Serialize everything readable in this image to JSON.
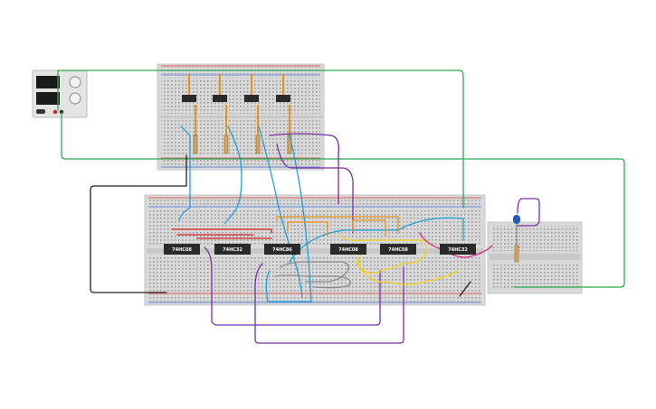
{
  "colors": {
    "board": "#d9d9d9",
    "rail_red": "#e0382b",
    "rail_blue": "#3a6fd8",
    "wire_green": "#2fa84f",
    "wire_black": "#222222",
    "wire_blue": "#1e9fd6",
    "wire_purple": "#7b2fa0",
    "wire_orange": "#e8911c",
    "wire_yellow": "#f0d21c",
    "wire_red": "#d62020",
    "wire_gray": "#8c8c8c",
    "wire_magenta": "#d6288a",
    "chip": "#2a2a2a",
    "led": "#1f5fb0"
  },
  "components": {
    "power_supply": {
      "name": "power-supply-icon"
    },
    "chips": [
      {
        "label": "74HC08"
      },
      {
        "label": "74HC32"
      },
      {
        "label": "74HC86"
      },
      {
        "label": "74HC08"
      },
      {
        "label": "74HC08"
      },
      {
        "label": "74HC32"
      }
    ],
    "switches": [
      {},
      {},
      {},
      {}
    ],
    "resistors_top": [
      {},
      {},
      {},
      {}
    ],
    "led": {
      "name": "led-icon"
    }
  }
}
